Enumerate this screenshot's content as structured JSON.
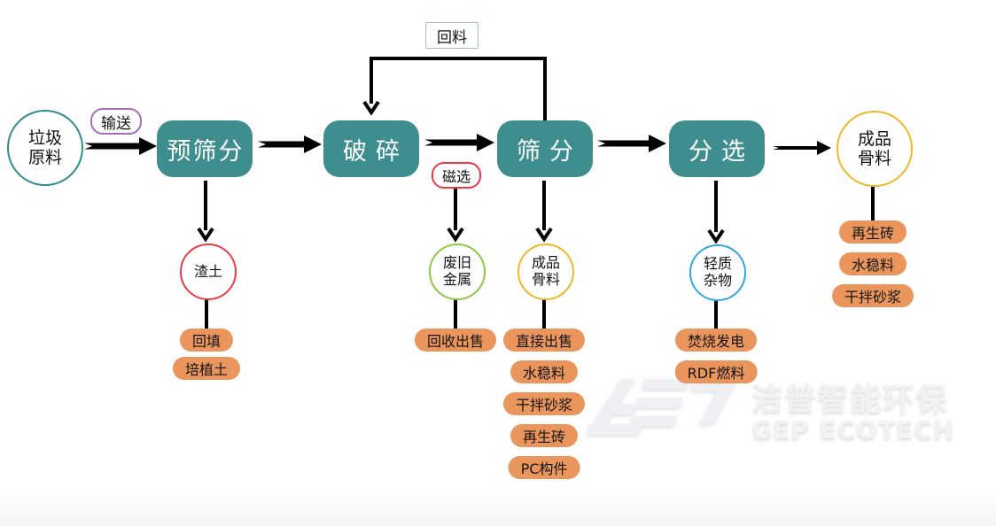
{
  "diagram": {
    "source": {
      "lines": [
        "垃圾",
        "原料"
      ]
    },
    "conveyor_label": "输送",
    "stages": [
      "预筛分",
      "破碎",
      "筛分",
      "分选"
    ],
    "return_label": "回料",
    "magnetic_label": "磁选",
    "final_product": {
      "lines": [
        "成品",
        "骨料"
      ]
    },
    "branches": [
      {
        "node_lines": [
          "渣土"
        ],
        "border": "#ED3A46",
        "items": [
          "回填",
          "培植土"
        ]
      },
      {
        "node_lines": [
          "废旧",
          "金属"
        ],
        "border": "#8FC742",
        "items": [
          "回收出售"
        ]
      },
      {
        "node_lines": [
          "成品",
          "骨料"
        ],
        "border": "#F2B724",
        "items": [
          "直接出售",
          "水稳料",
          "干拌砂浆",
          "再生砖",
          "PC构件"
        ]
      },
      {
        "node_lines": [
          "轻质",
          "杂物"
        ],
        "border": "#2FA8E0",
        "items": [
          "焚烧发电",
          "RDF燃料"
        ]
      },
      {
        "node_lines": [],
        "border": "#F2B724",
        "items": [
          "再生砖",
          "水稳料",
          "干拌砂浆"
        ]
      }
    ],
    "colors": {
      "stage_bg": "#3E8D8F",
      "pill_bg": "#E9955C",
      "source_border": "#2F8C8E",
      "conveyor_border": "#A76BC7",
      "magnetic_border": "#ED3A46",
      "return_border": "#A3BFC6",
      "final_border": "#F2B724",
      "arrow": "#000000"
    }
  },
  "watermark": {
    "cn": "洁普智能环保",
    "en": "GEP ECOTECH"
  }
}
